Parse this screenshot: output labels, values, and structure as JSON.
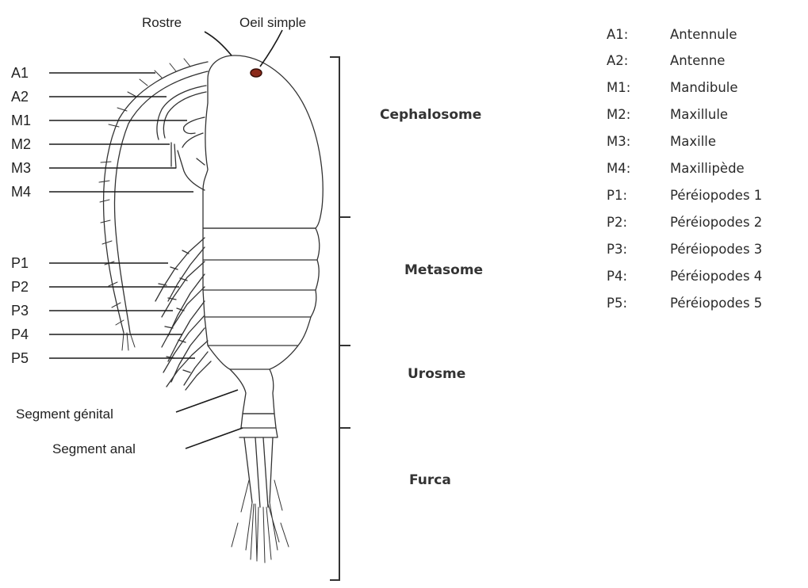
{
  "labels": {
    "rostre": "Rostre",
    "oeil": "Oeil simple",
    "segment_genital": "Segment génital",
    "segment_anal": "Segment anal"
  },
  "appendages": [
    "A1",
    "A2",
    "M1",
    "M2",
    "M3",
    "M4",
    "P1",
    "P2",
    "P3",
    "P4",
    "P5"
  ],
  "regions": [
    "Cephalosome",
    "Metasome",
    "Urosme",
    "Furca"
  ],
  "legend": [
    {
      "code": "A1:",
      "name": "Antennule"
    },
    {
      "code": "A2:",
      "name": "Antenne"
    },
    {
      "code": "M1:",
      "name": "Mandibule"
    },
    {
      "code": "M2:",
      "name": "Maxillule"
    },
    {
      "code": "M3:",
      "name": "Maxille"
    },
    {
      "code": "M4:",
      "name": "Maxillipède"
    },
    {
      "code": "P1:",
      "name": "Péréiopodes 1"
    },
    {
      "code": "P2:",
      "name": "Péréiopodes 2"
    },
    {
      "code": "P3:",
      "name": "Péréiopodes 3"
    },
    {
      "code": "P4:",
      "name": "Péréiopodes 4"
    },
    {
      "code": "P5:",
      "name": "Péréiopodes 5"
    }
  ],
  "colors": {
    "ink": "#222222",
    "eye": "#8b2a1a"
  }
}
